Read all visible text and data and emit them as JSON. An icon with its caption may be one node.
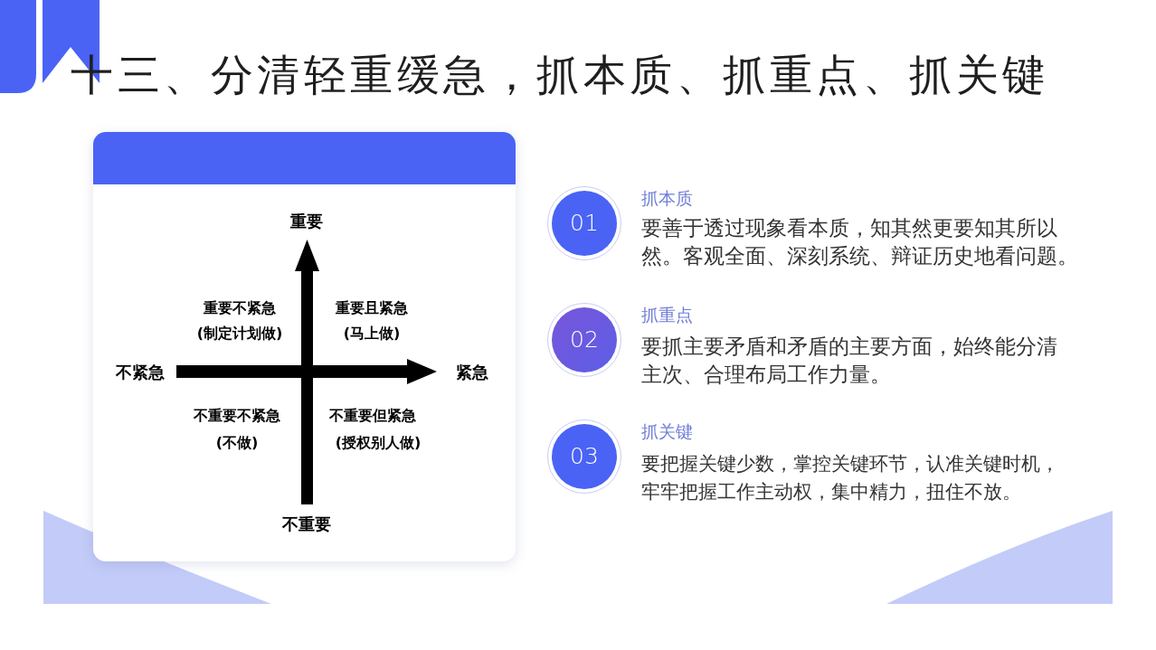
{
  "diagram": {
    "title": "十三、分清轻重缓急，抓本质、抓重点、抓关键",
    "nodes": [
      {
        "text": [
          "01"
        ],
        "beside": [
          "抓本质",
          "要善于透过现象看本质，知其然更要知其所以然。客观全面、深刻系统、辩证历史地看问题。"
        ]
      },
      {
        "text": [
          "02"
        ],
        "beside": [
          "抓重点",
          "要抓主要矛盾和矛盾的主要方面，始终能分清主次、合理布局工作力量。"
        ]
      },
      {
        "text": [
          "03"
        ],
        "beside": [
          "抓关键",
          "要把握关键少数，掌控关键环节，认准关键时机，牢牢把握工作主动权，集中精力，扭住不放。"
        ]
      }
    ],
    "labels": [
      "重要",
      "重要不紧急",
      "(制定计划做)",
      "重要且紧急",
      "(马上做)",
      "不紧急",
      "紧急",
      "不重要不紧急",
      "(不做)",
      "不重要但紧急",
      "(授权别人做)",
      "不重要"
    ]
  }
}
